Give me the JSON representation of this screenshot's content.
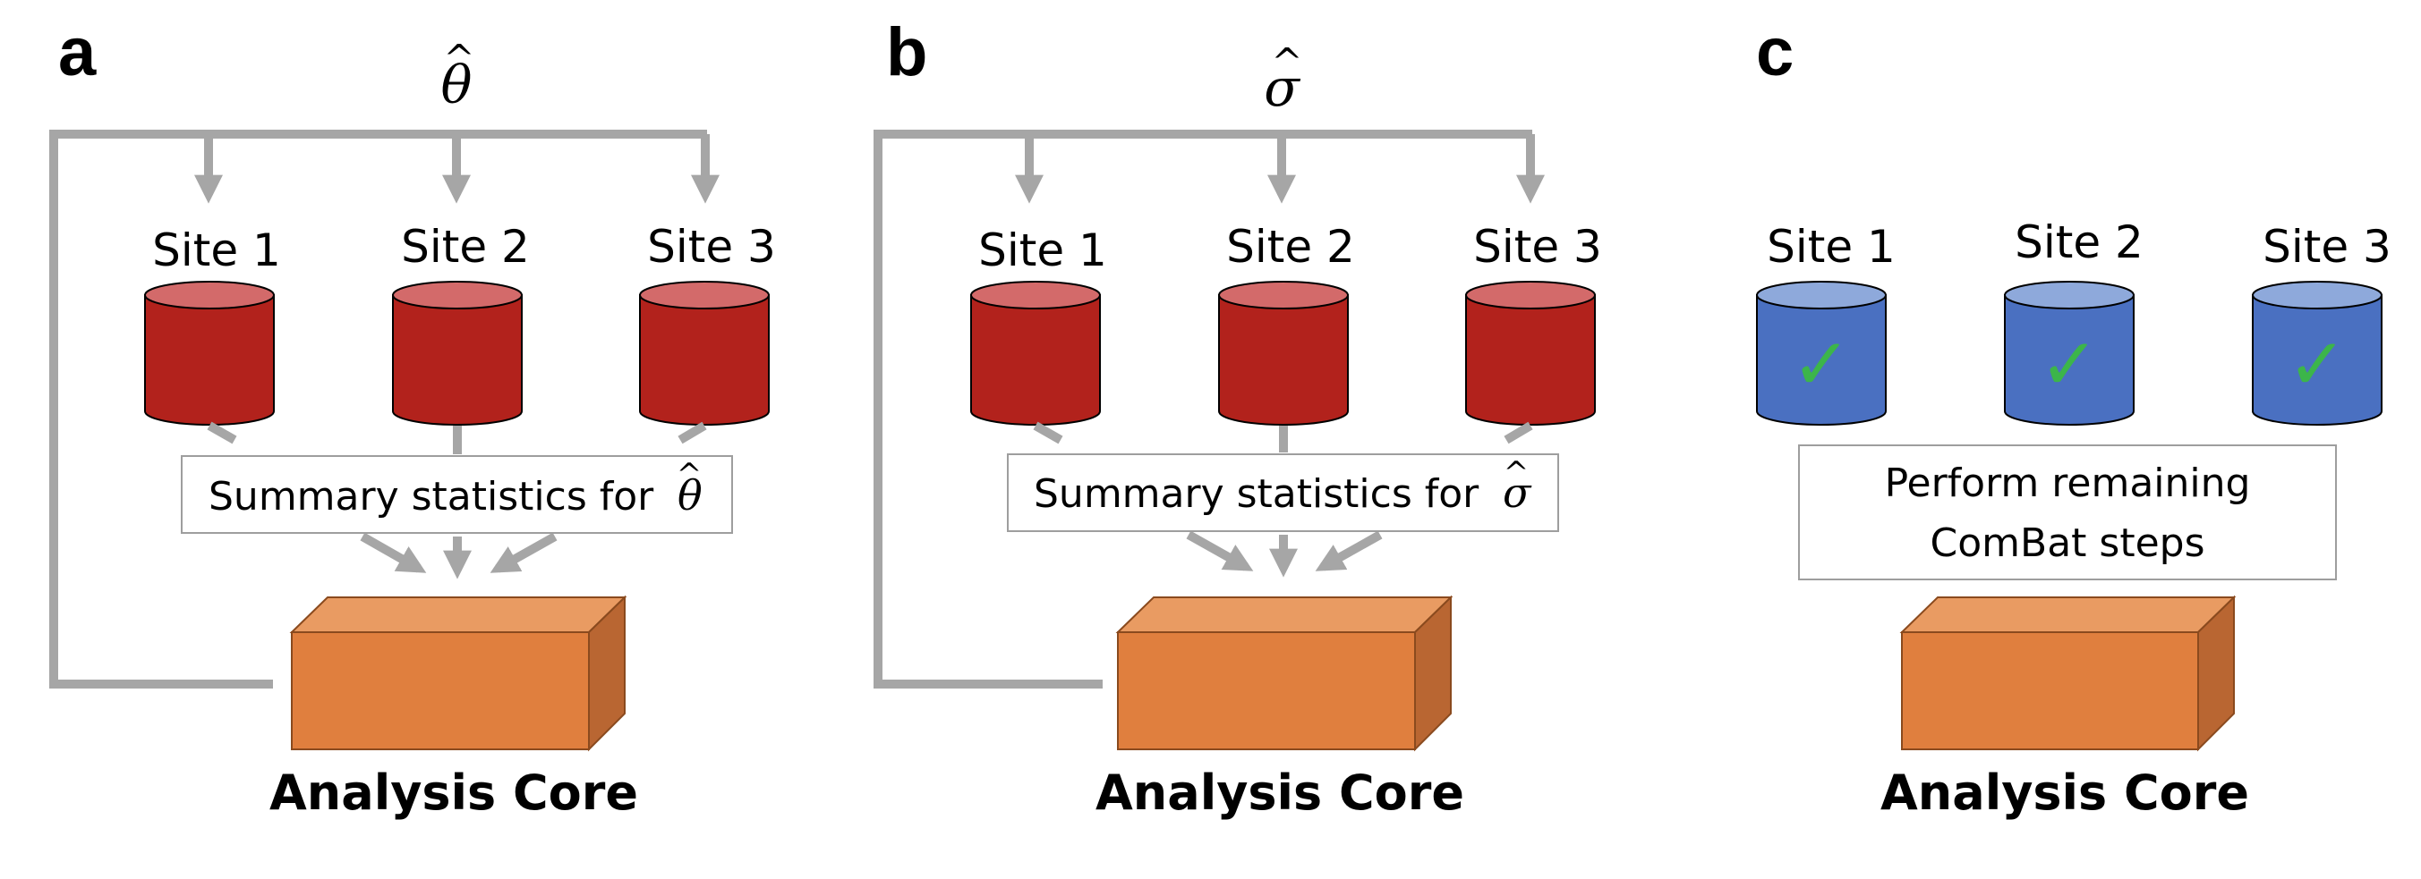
{
  "colors": {
    "arrow": "#a6a6a6",
    "cylinder_red_body": "#b2221c",
    "cylinder_red_top": "#d36a6a",
    "cylinder_blue_body": "#4a70c1",
    "cylinder_blue_top": "#8ea9db",
    "cube_front": "#e07f3e",
    "cube_top": "#e99b62",
    "cube_side": "#b96632",
    "check": "#3cb54a"
  },
  "panels": [
    {
      "letter": "a",
      "param": "θ",
      "hat": "^",
      "sites": [
        "Site 1",
        "Site 2",
        "Site 3"
      ],
      "summary_prefix": "Summary statistics for",
      "summary_param": "θ",
      "core_label": "Analysis Core"
    },
    {
      "letter": "b",
      "param": "σ",
      "hat": "^",
      "sites": [
        "Site 1",
        "Site 2",
        "Site 3"
      ],
      "summary_prefix": "Summary statistics for",
      "summary_param": "σ",
      "core_label": "Analysis Core"
    },
    {
      "letter": "c",
      "sites": [
        "Site 1",
        "Site 2",
        "Site 3"
      ],
      "check_glyph": "✓",
      "box_line1": "Perform remaining",
      "box_line2": "ComBat steps",
      "core_label": "Analysis Core"
    }
  ]
}
